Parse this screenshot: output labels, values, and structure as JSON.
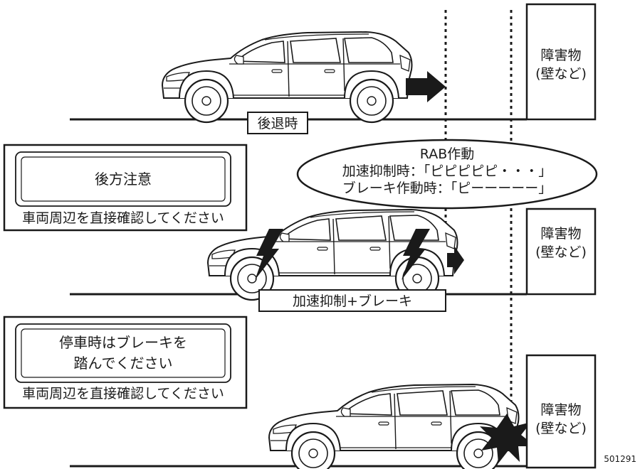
{
  "scenes": [
    {
      "obstacle": [
        "障害物",
        "(壁など)"
      ],
      "label": "後退時"
    },
    {
      "panel": {
        "lines": [
          "後方注意"
        ],
        "caption": "車両周辺を直接確認してください"
      },
      "bubble": {
        "lines": [
          "RAB作動",
          "加速抑制時：「ピピピピピ・・・」",
          "ブレーキ作動時：「ピーーーーー」"
        ]
      },
      "obstacle": [
        "障害物",
        "(壁など)"
      ],
      "label": "加速抑制+ブレーキ"
    },
    {
      "panel": {
        "lines": [
          "停車時はブレーキを",
          "踏んでください"
        ],
        "caption": "車両周辺を直接確認してください"
      },
      "obstacle": [
        "障害物",
        "(壁など)"
      ]
    }
  ],
  "figure_id": "501291"
}
